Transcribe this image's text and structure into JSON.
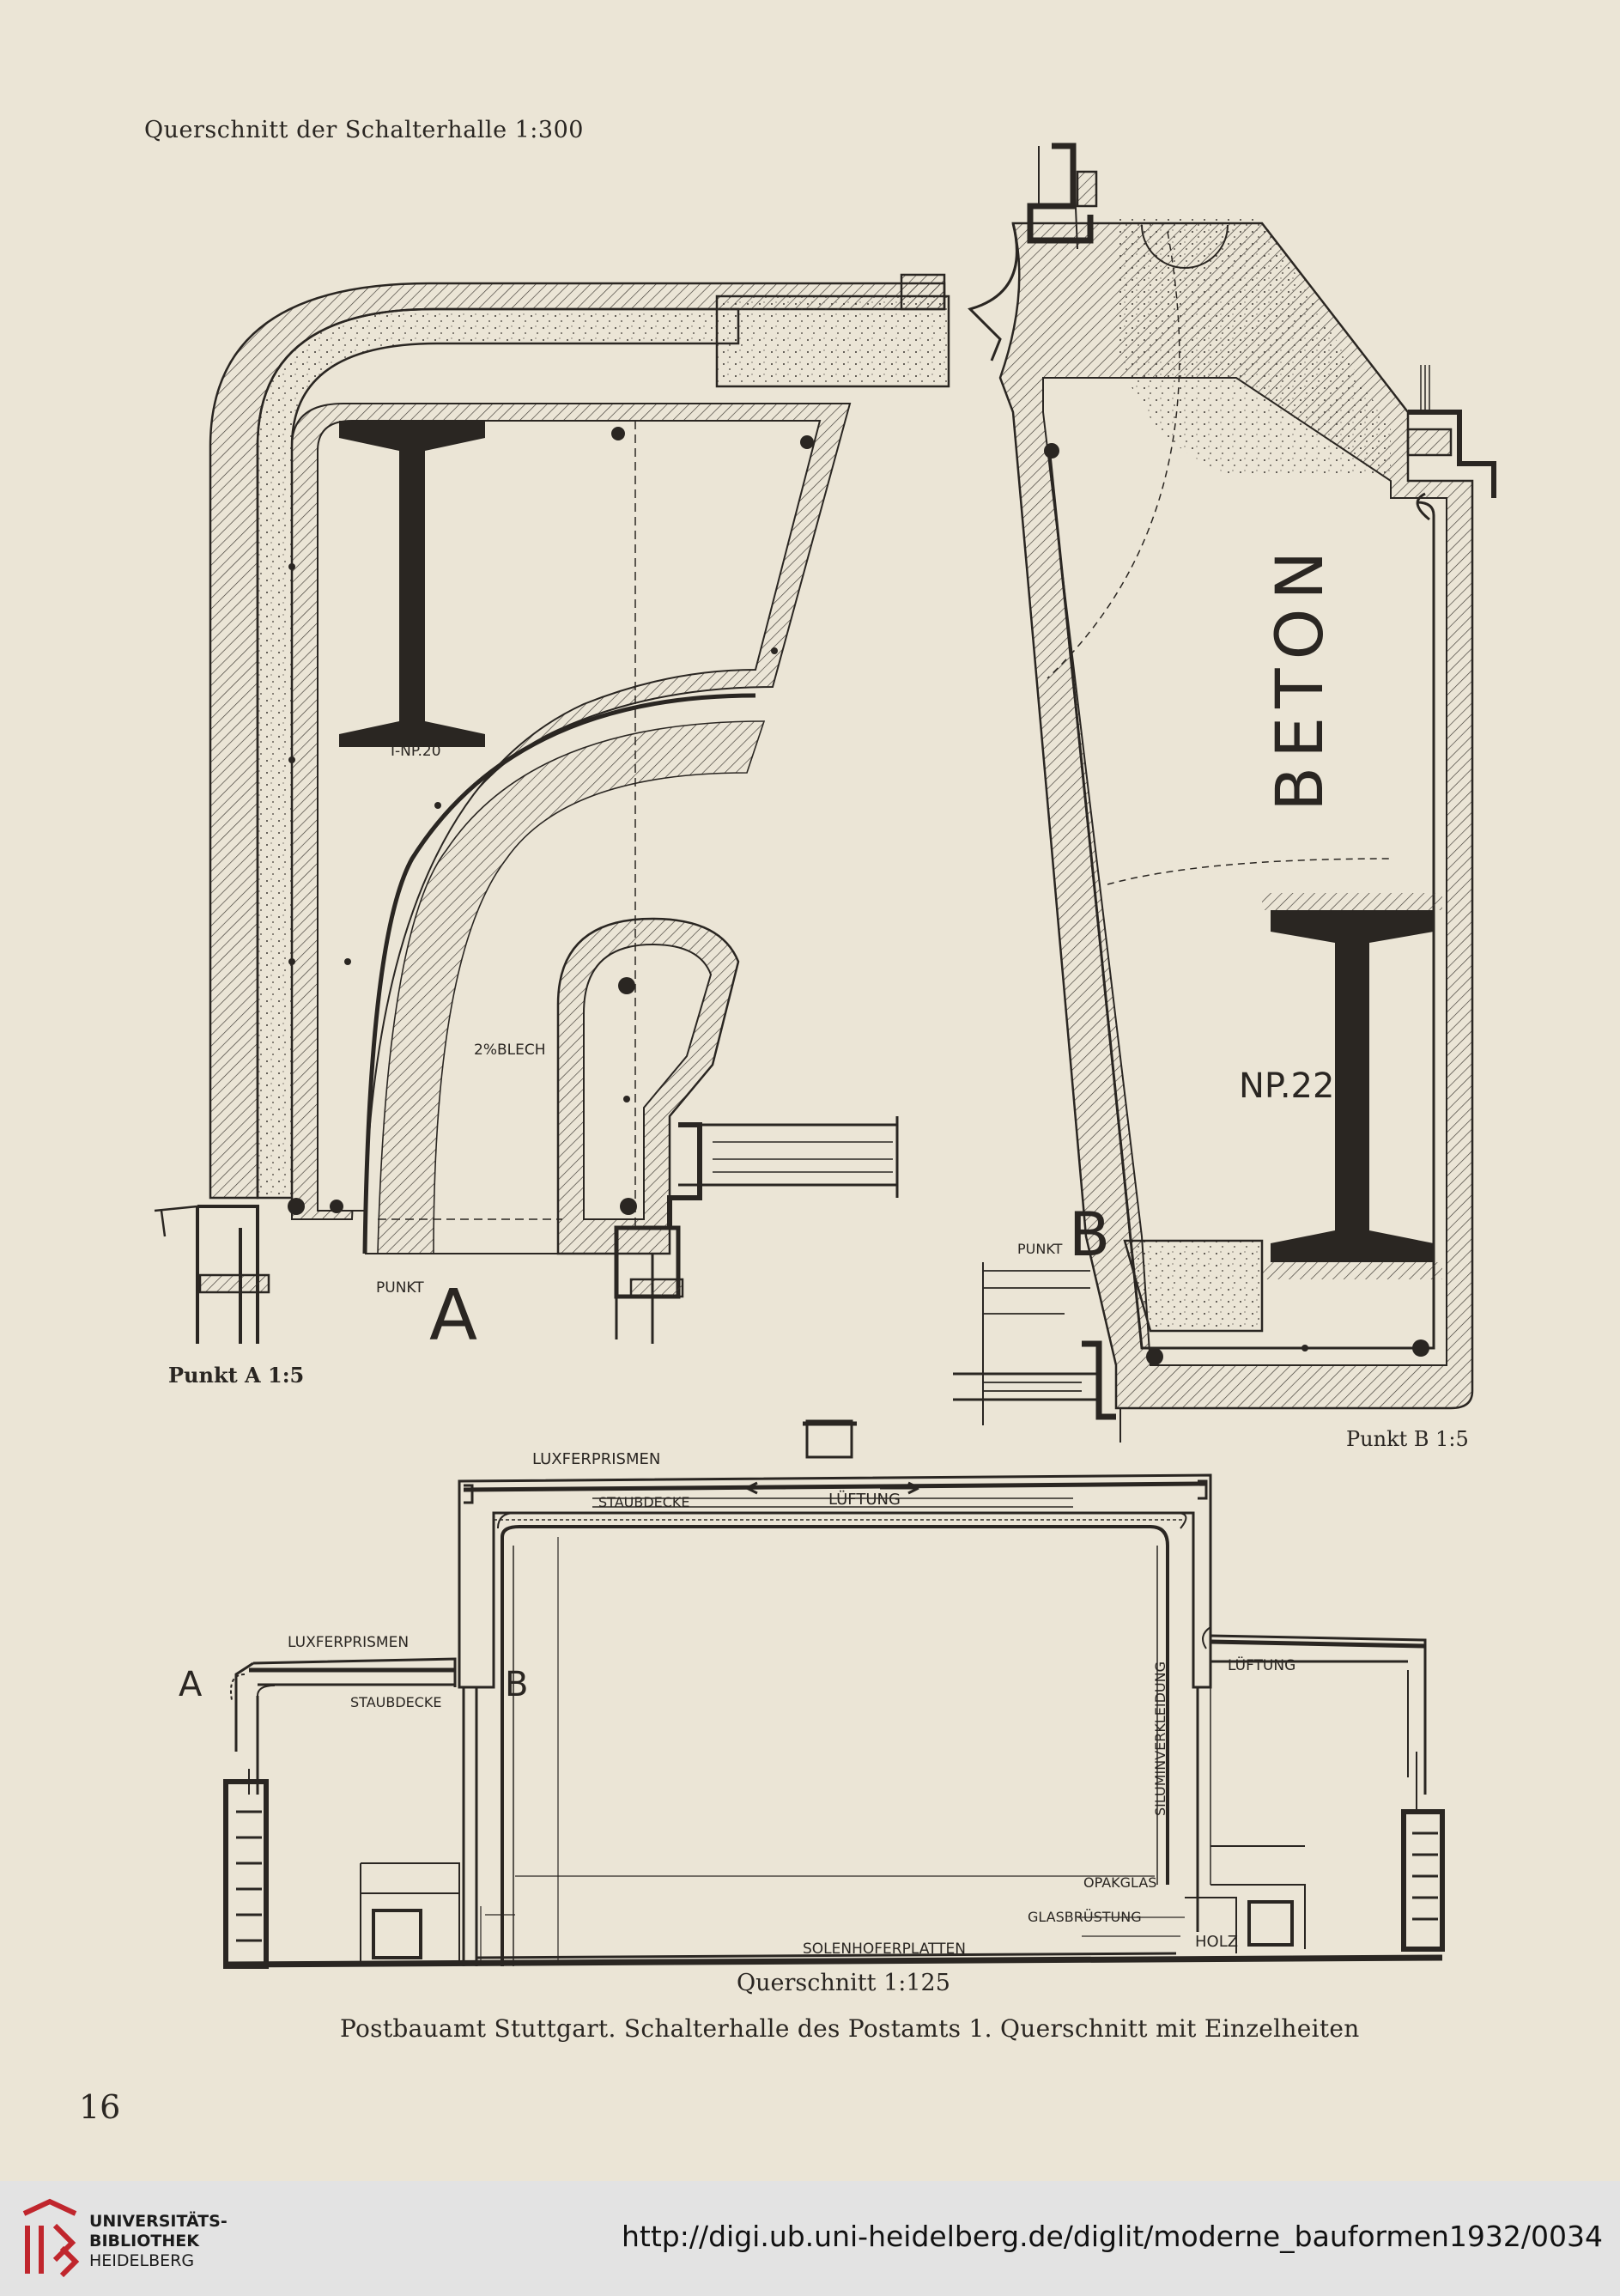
{
  "page": {
    "title_top": "Querschnitt der Schalterhalle 1:300",
    "label_a": "Punkt A 1:5",
    "label_b": "Punkt B 1:5",
    "label_section": "Querschnitt 1:125",
    "caption": "Postbauamt Stuttgart. Schalterhalle des Postamts 1. Querschnitt mit Einzelheiten",
    "page_number": "16"
  },
  "detail_a": {
    "big_letter": "A",
    "punkt": "PUNKT",
    "beam": "I-NP.20",
    "blech": "2%BLECH"
  },
  "detail_b": {
    "big_letter": "B",
    "punkt": "PUNKT",
    "beton": "BETON",
    "beam": "NP.22"
  },
  "section": {
    "letter_a": "A",
    "letter_b": "B",
    "luxfer_top": "LUXFERPRISMEN",
    "staubdecke_top": "STAUBDECKE",
    "lueftung_top": "LÜFTUNG",
    "luxfer_left": "LUXFERPRISMEN",
    "staubdecke_left": "STAUBDECKE",
    "lueftung_right": "LÜFTUNG",
    "siluminverkleidung": "SILUMINVERKLEIDUNG",
    "opakglas": "OPAKGLAS",
    "glasbruestung": "GLASBRÜSTUNG",
    "holz": "HOLZ",
    "solenhofer": "SOLENHOFERPLATTEN"
  },
  "footer": {
    "library_line1": "UNIVERSITÄTS-",
    "library_line2": "BIBLIOTHEK",
    "library_line3": "HEIDELBERG",
    "url": "http://digi.ub.uni-heidelberg.de/diglit/moderne_bauformen1932/0034"
  },
  "colors": {
    "paper": "#ebe5d6",
    "ink": "#2a2622",
    "footer_bg": "#e3e3e3",
    "logo_red": "#c0262d"
  }
}
